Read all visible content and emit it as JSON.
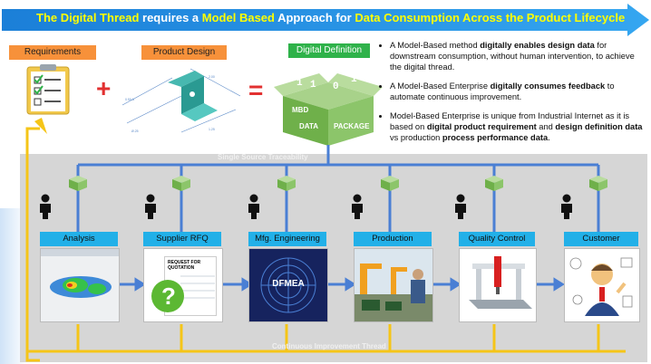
{
  "banner": {
    "part1": "The Digital Thread",
    "part2": " requires a ",
    "part3": "Model Based",
    "part4": " Approach for ",
    "part5": "Data Consumption Across the Product Lifecycle"
  },
  "headers": {
    "requirements": "Requirements",
    "product_design": "Product Design",
    "digital_definition": "Digital Definition"
  },
  "operators": {
    "plus": "+",
    "equals": "="
  },
  "package_labels": {
    "mbd": "MBD",
    "data": "DATA",
    "package": "PACKAGE"
  },
  "bullets": [
    {
      "a": "A Model-Based method ",
      "b": "digitally enables design data",
      "c": " for downstream consumption, without human intervention, to achieve the digital thread.",
      "d": "",
      "e": "",
      "f": "",
      "g": ""
    },
    {
      "a": "A Model-Based Enterprise ",
      "b": "digitally consumes feedback",
      "c": " to automate continuous improvement.",
      "d": "",
      "e": "",
      "f": "",
      "g": ""
    },
    {
      "a": "Model-Based Enterprise is unique from Industrial Internet as it is based on ",
      "b": "digital product requirement",
      "c": " and ",
      "d": "design definition data",
      "e": " vs production ",
      "f": "process performance data",
      "g": "."
    }
  ],
  "lines": {
    "single_source": "Single Source Traceability",
    "continuous_improvement": "Continuous Improvement Thread"
  },
  "stages": [
    {
      "title": "Analysis"
    },
    {
      "title": "Supplier RFQ",
      "doc_text": "REQUEST FOR QUOTATION"
    },
    {
      "title": "Mfg. Engineering",
      "inner_text": "DFMEA"
    },
    {
      "title": "Production"
    },
    {
      "title": "Quality Control"
    },
    {
      "title": "Customer"
    }
  ],
  "colors": {
    "banner": "#1f8fe0",
    "stage_title": "#22b0e8",
    "header_orange": "#f7913a",
    "header_green": "#2fb24a",
    "traceability_line": "#4a7fd4",
    "improvement_line": "#f5c518",
    "operator_red": "#e23030"
  }
}
